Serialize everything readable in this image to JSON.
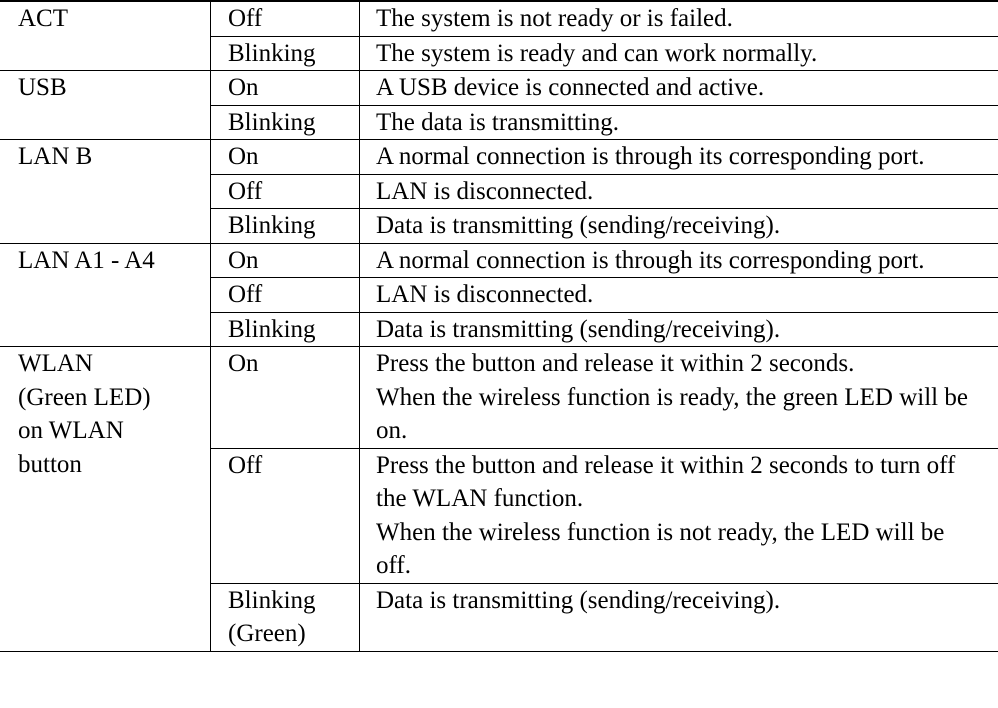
{
  "table": {
    "groups": [
      {
        "led": [
          "ACT"
        ],
        "rows": [
          {
            "status": [
              "Off"
            ],
            "desc": [
              "The system is not ready or is failed."
            ]
          },
          {
            "status": [
              "Blinking"
            ],
            "desc": [
              "The system is ready and can work normally."
            ]
          }
        ]
      },
      {
        "led": [
          "USB"
        ],
        "rows": [
          {
            "status": [
              "On"
            ],
            "desc": [
              "A USB device is connected and active."
            ]
          },
          {
            "status": [
              "Blinking"
            ],
            "desc": [
              "The data is transmitting."
            ]
          }
        ]
      },
      {
        "led": [
          "LAN B"
        ],
        "rows": [
          {
            "status": [
              "On"
            ],
            "desc": [
              "A normal connection is through its corresponding port."
            ]
          },
          {
            "status": [
              "Off"
            ],
            "desc": [
              "LAN is disconnected."
            ]
          },
          {
            "status": [
              "Blinking"
            ],
            "desc": [
              "Data is transmitting (sending/receiving)."
            ]
          }
        ]
      },
      {
        "led": [
          "LAN A1 - A4"
        ],
        "rows": [
          {
            "status": [
              "On"
            ],
            "desc": [
              "A normal connection is through its corresponding port."
            ]
          },
          {
            "status": [
              "Off"
            ],
            "desc": [
              "LAN is disconnected."
            ]
          },
          {
            "status": [
              "Blinking"
            ],
            "desc": [
              "Data is transmitting (sending/receiving)."
            ]
          }
        ]
      },
      {
        "led": [
          "WLAN",
          "(Green LED)",
          "on WLAN",
          "button"
        ],
        "rows": [
          {
            "status": [
              "On"
            ],
            "desc": [
              "Press the button and release it within 2 seconds.",
              "When the wireless function is ready, the green LED will be on."
            ]
          },
          {
            "status": [
              "Off"
            ],
            "desc": [
              "Press the button and release it within 2 seconds to turn off the WLAN function.",
              "When the wireless function is not ready, the LED will be off."
            ]
          },
          {
            "status": [
              "Blinking",
              "(Green)"
            ],
            "desc": [
              "Data is transmitting (sending/receiving)."
            ]
          }
        ]
      }
    ]
  }
}
